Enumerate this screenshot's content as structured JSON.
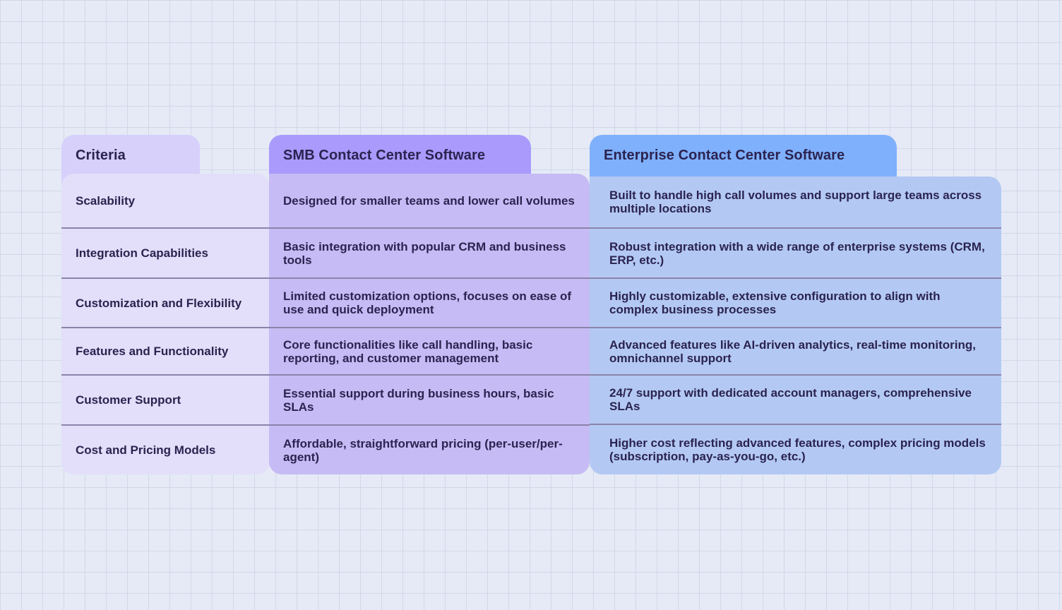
{
  "headers": {
    "criteria": "Criteria",
    "smb": "SMB Contact Center Software",
    "enterprise": "Enterprise Contact Center Software"
  },
  "rows": [
    {
      "criterion": "Scalability",
      "smb": "Designed for smaller teams and lower call volumes",
      "enterprise": "Built to handle high call volumes and support large teams across multiple locations"
    },
    {
      "criterion": "Integration Capabilities",
      "smb": "Basic integration with popular CRM and business tools",
      "enterprise": "Robust integration with a wide range of enterprise systems (CRM, ERP, etc.)"
    },
    {
      "criterion": "Customization and Flexibility",
      "smb": "Limited customization options, focuses on ease of use and quick deployment",
      "enterprise": "Highly customizable, extensive configuration to align with complex business processes"
    },
    {
      "criterion": "Features and Functionality",
      "smb": "Core functionalities like call handling, basic reporting, and customer management",
      "enterprise": "Advanced features like AI-driven analytics, real-time monitoring, omnichannel support"
    },
    {
      "criterion": "Customer Support",
      "smb": "Essential support during business hours, basic SLAs",
      "enterprise": "24/7 support with dedicated account managers, comprehensive SLAs"
    },
    {
      "criterion": "Cost and Pricing Models",
      "smb": "Affordable, straightforward pricing (per-user/per-agent)",
      "enterprise": "Higher cost reflecting advanced features, complex pricing models (subscription, pay-as-you-go, etc.)"
    }
  ],
  "colors": {
    "background": "#e5eaf6",
    "criteria_tab": "#d6d0fb",
    "criteria_body": "#e3def9",
    "smb_tab": "#a99afc",
    "smb_body": "#c6bbf4",
    "enterprise_tab": "#7fb0fc",
    "enterprise_body": "#b3c9f3",
    "text": "#2b2350"
  }
}
